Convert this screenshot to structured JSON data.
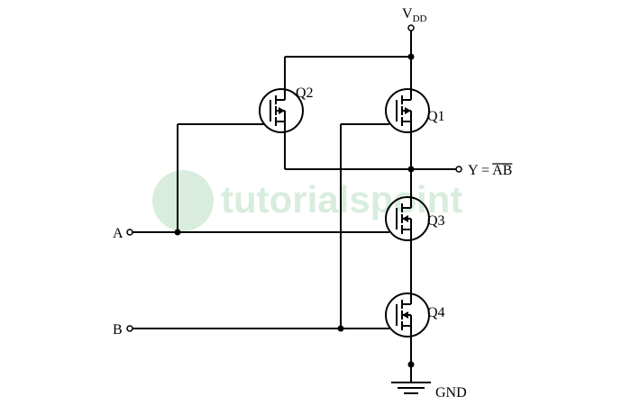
{
  "circuit": {
    "supply": {
      "main": "V",
      "sub": "DD"
    },
    "ground_label": "GND",
    "output": {
      "prefix": "Y = ",
      "overbar": "AB"
    },
    "inputs": {
      "a": "A",
      "b": "B"
    },
    "transistors": {
      "q1": "Q1",
      "q2": "Q2",
      "q3": "Q3",
      "q4": "Q4"
    }
  },
  "watermark": {
    "text": "tutorialspoint"
  },
  "colors": {
    "wire": "#000000",
    "watermark": "#b9e0c2"
  }
}
